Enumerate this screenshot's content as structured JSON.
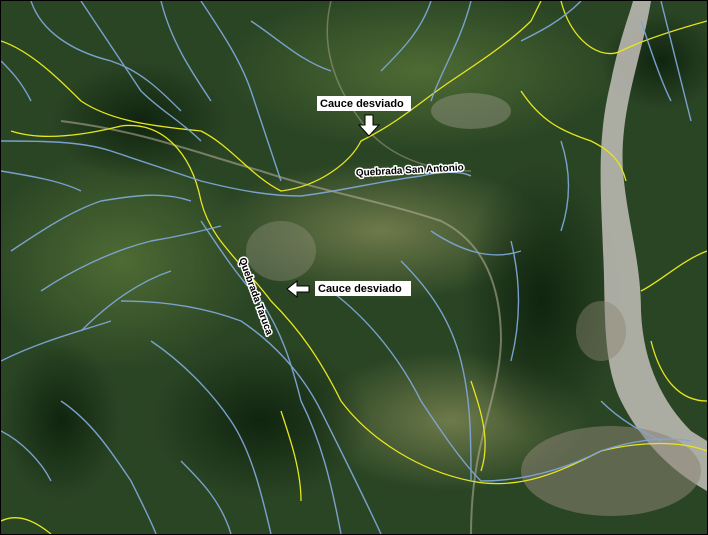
{
  "annotations": [
    {
      "id": "cauce-1",
      "text": "Cauce desviado"
    },
    {
      "id": "cauce-2",
      "text": "Cauce desviado"
    }
  ],
  "rivers": {
    "san_antonio": "Quebrada San Antonio",
    "taruca": "Quebrada Taruca"
  },
  "colors": {
    "stream": "#7fa6d6",
    "boundary": "#e6e61e",
    "forest": "#1f3a1a",
    "riverbed": "#b9b7b0"
  }
}
